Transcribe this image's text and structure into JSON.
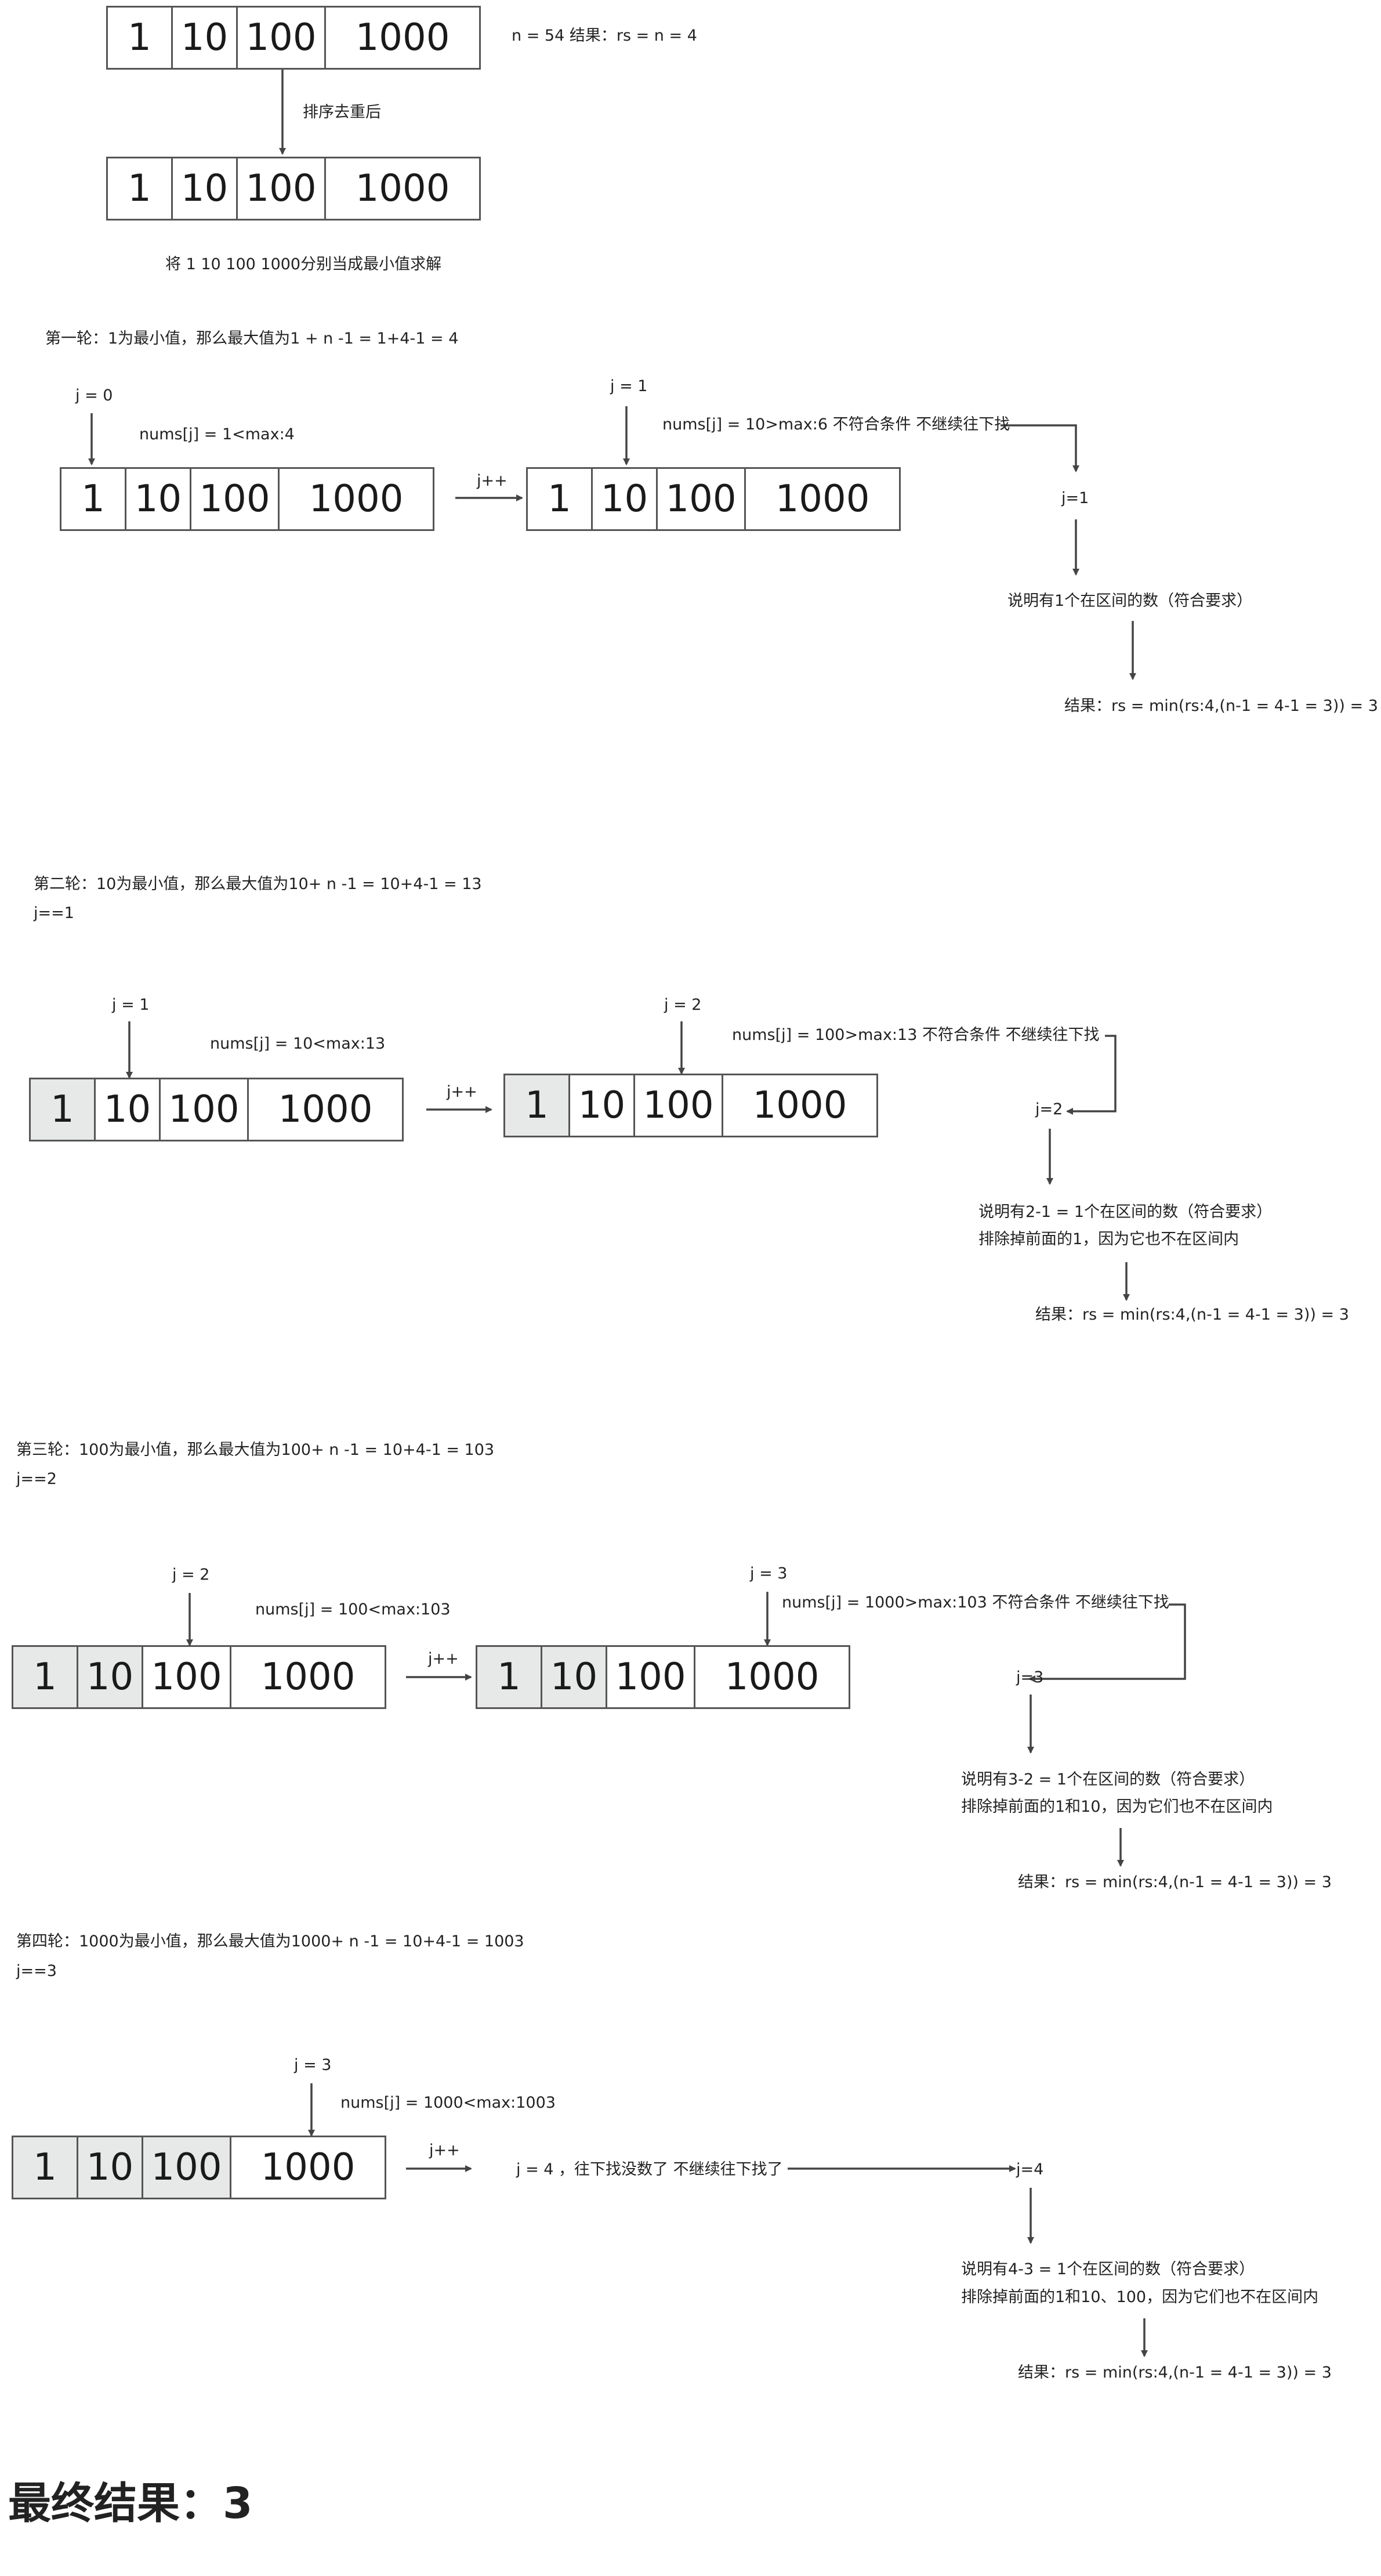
{
  "cells": [
    "1",
    "10",
    "100",
    "1000"
  ],
  "top": {
    "n_info": "n = 54    结果：rs = n = 4",
    "sort_label": "排序去重后",
    "desc": "将 1 10 100 1000分别当成最小值求解"
  },
  "rounds": [
    {
      "title": "第一轮：1为最小值，那么最大值为1 + n -1 = 1+4-1 = 4",
      "jline": "",
      "j_left": "j = 0",
      "cmp_left": "nums[j] = 1<max:4",
      "jpp": "j++",
      "j_right": "j = 1",
      "cmp_right": "nums[j] = 10>max:6 不符合条件 不继续往下找",
      "jres": "j=1",
      "expl1": "说明有1个在区间的数（符合要求）",
      "expl2": "",
      "result": "结果：rs = min(rs:4,(n-1 = 4-1 = 3)) = 3",
      "shaded_left": [],
      "shaded_right": []
    },
    {
      "title": "第二轮：10为最小值，那么最大值为10+ n -1 = 10+4-1 = 13",
      "jline": "j==1",
      "j_left": "j = 1",
      "cmp_left": "nums[j] = 10<max:13",
      "jpp": "j++",
      "j_right": "j = 2",
      "cmp_right": "nums[j] = 100>max:13 不符合条件 不继续往下找",
      "jres": "j=2",
      "expl1": "说明有2-1 = 1个在区间的数（符合要求）",
      "expl2": "排除掉前面的1，因为它也不在区间内",
      "result": "结果：rs = min(rs:4,(n-1 = 4-1 = 3)) = 3",
      "shaded_left": [
        0
      ],
      "shaded_right": [
        0
      ]
    },
    {
      "title": "第三轮：100为最小值，那么最大值为100+ n -1 = 10+4-1 = 103",
      "jline": "j==2",
      "j_left": "j = 2",
      "cmp_left": "nums[j] = 100<max:103",
      "jpp": "j++",
      "j_right": "j = 3",
      "cmp_right": "nums[j] = 1000>max:103 不符合条件 不继续往下找",
      "jres": "j=3",
      "expl1": "说明有3-2 = 1个在区间的数（符合要求）",
      "expl2": "排除掉前面的1和10，因为它们也不在区间内",
      "result": "结果：rs = min(rs:4,(n-1 = 4-1 = 3)) = 3",
      "shaded_left": [
        0,
        1
      ],
      "shaded_right": [
        0,
        1
      ]
    },
    {
      "title": "第四轮：1000为最小值，那么最大值为1000+ n -1 = 10+4-1 = 1003",
      "jline": "j==3",
      "j_left": "j = 3",
      "cmp_left": "nums[j] = 1000<max:1003",
      "jpp": "j++",
      "j_right": "",
      "cmp_right": "j = 4 ，往下找没数了 不继续往下找了",
      "jres": "j=4",
      "expl1": "说明有4-3 = 1个在区间的数（符合要求）",
      "expl2": "排除掉前面的1和10、100，因为它们也不在区间内",
      "result": "结果：rs = min(rs:4,(n-1 = 4-1 = 3)) = 3",
      "shaded_left": [
        0,
        1,
        2
      ],
      "shaded_right": []
    }
  ],
  "final": "最终结果：3"
}
